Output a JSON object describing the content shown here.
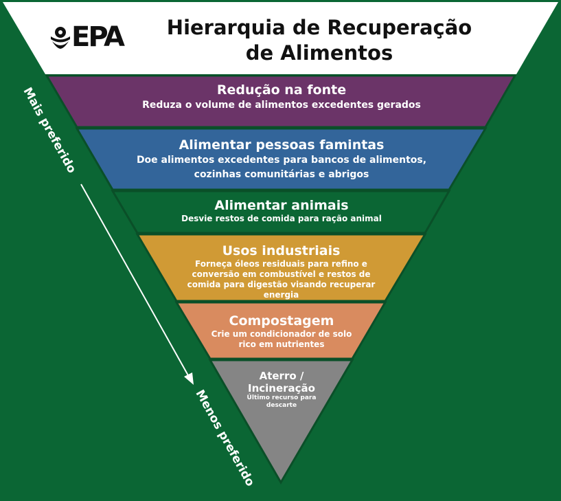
{
  "title": "Hierarquia de Recuperação de Alimentos",
  "logo": {
    "text": "EPA"
  },
  "labels": {
    "top": "Mais preferido",
    "bottom": "Menos preferido"
  },
  "tiers": [
    {
      "title": "Redução na fonte",
      "description": "Reduza o volume de alimentos excedentes gerados",
      "color": "#6b3468"
    },
    {
      "title": "Alimentar pessoas famintas",
      "description": "Doe alimentos excedentes para bancos de alimentos, cozinhas comunitárias e abrigos",
      "color": "#33659a"
    },
    {
      "title": "Alimentar animais",
      "description": "Desvie restos de comida para ração animal",
      "color": "#0b6634"
    },
    {
      "title": "Usos industriais",
      "description": "Forneça óleos residuais para refino e conversão em combustível e restos de comida para digestão visando recuperar energia",
      "color": "#d09a35"
    },
    {
      "title": "Compostagem",
      "description": "Crie um condicionador de solo rico em nutrientes",
      "color": "#d98b5f"
    },
    {
      "title": "Aterro / Incineração",
      "description": "Último recurso para descarte",
      "color": "#858585"
    }
  ]
}
